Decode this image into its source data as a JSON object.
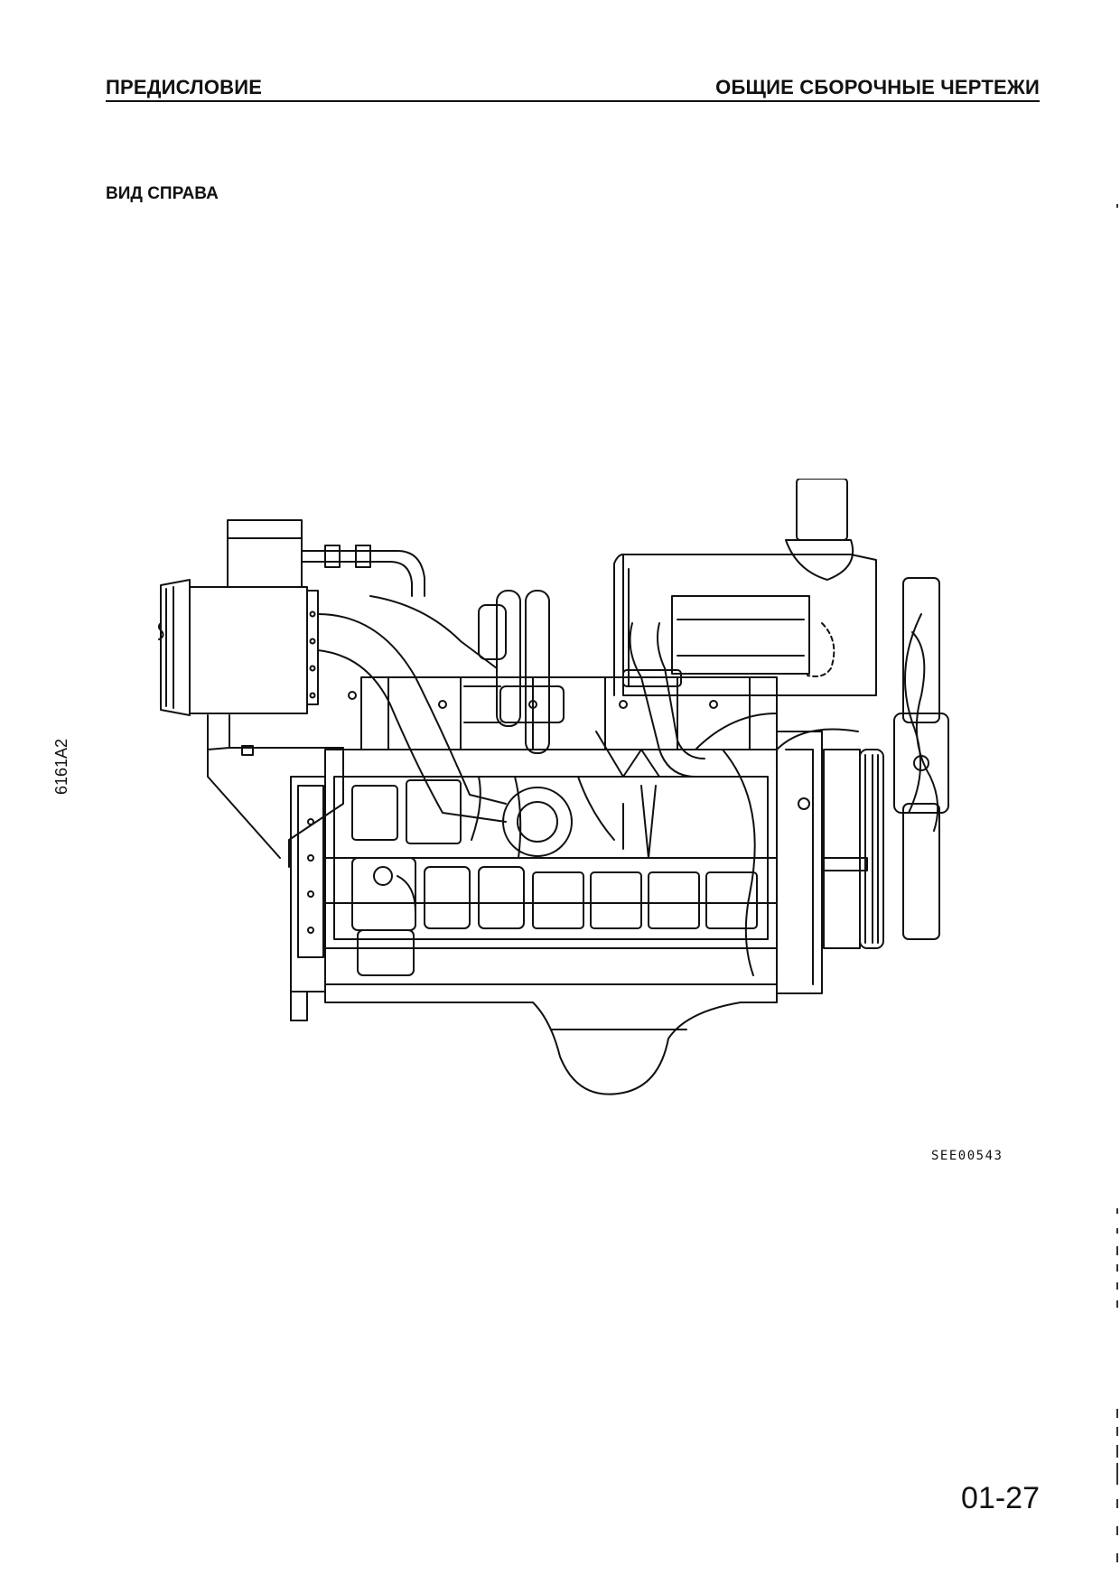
{
  "header": {
    "left_title": "ПРЕДИСЛОВИЕ",
    "right_title": "ОБЩИЕ СБОРОЧНЫЕ ЧЕРТЕЖИ"
  },
  "section_title": "ВИД СПРАВА",
  "side_code": "6161A2",
  "figure": {
    "code": "SEE00543",
    "illustration": "engine-right-side-view-line-drawing"
  },
  "page_number": "01-27"
}
